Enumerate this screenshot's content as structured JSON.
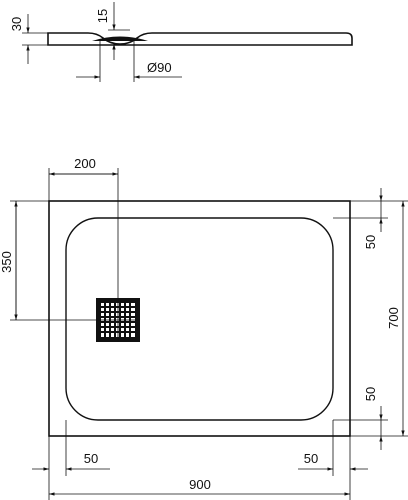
{
  "side_view": {
    "thickness_label": "30",
    "drain_depth_label": "15",
    "drain_diameter_label": "Ø90"
  },
  "plan_view": {
    "drain_offset_x_label": "200",
    "drain_offset_y_label": "350",
    "inner_margin_top_label": "50",
    "inner_margin_bottom_label": "50",
    "inner_margin_left_label": "50",
    "inner_margin_right_label": "50",
    "depth_label": "700",
    "width_label": "900"
  }
}
